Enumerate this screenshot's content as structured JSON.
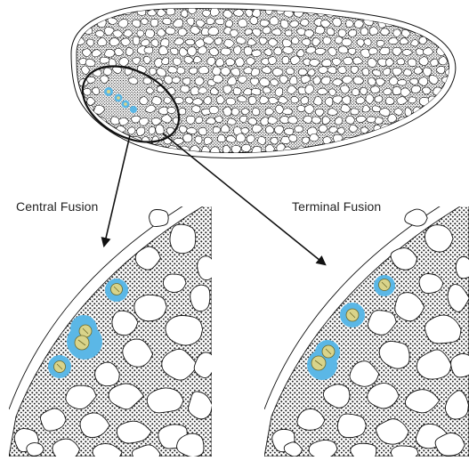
{
  "figure": {
    "panels": [
      {
        "label": "Central Fusion",
        "fusion_type": "central"
      },
      {
        "label": "Terminal Fusion",
        "fusion_type": "terminal"
      }
    ],
    "colors": {
      "outline": "#111111",
      "cytoplasm_fill": "#ffffff",
      "stipple": "#222222",
      "nucleus_halo": "#5bb7e6",
      "nucleus": "#d9d48a",
      "nucleus_edge": "#6e6a2a"
    },
    "icons": {
      "zoom_marker": "ellipse-outline",
      "connector": "arrow-line"
    }
  }
}
